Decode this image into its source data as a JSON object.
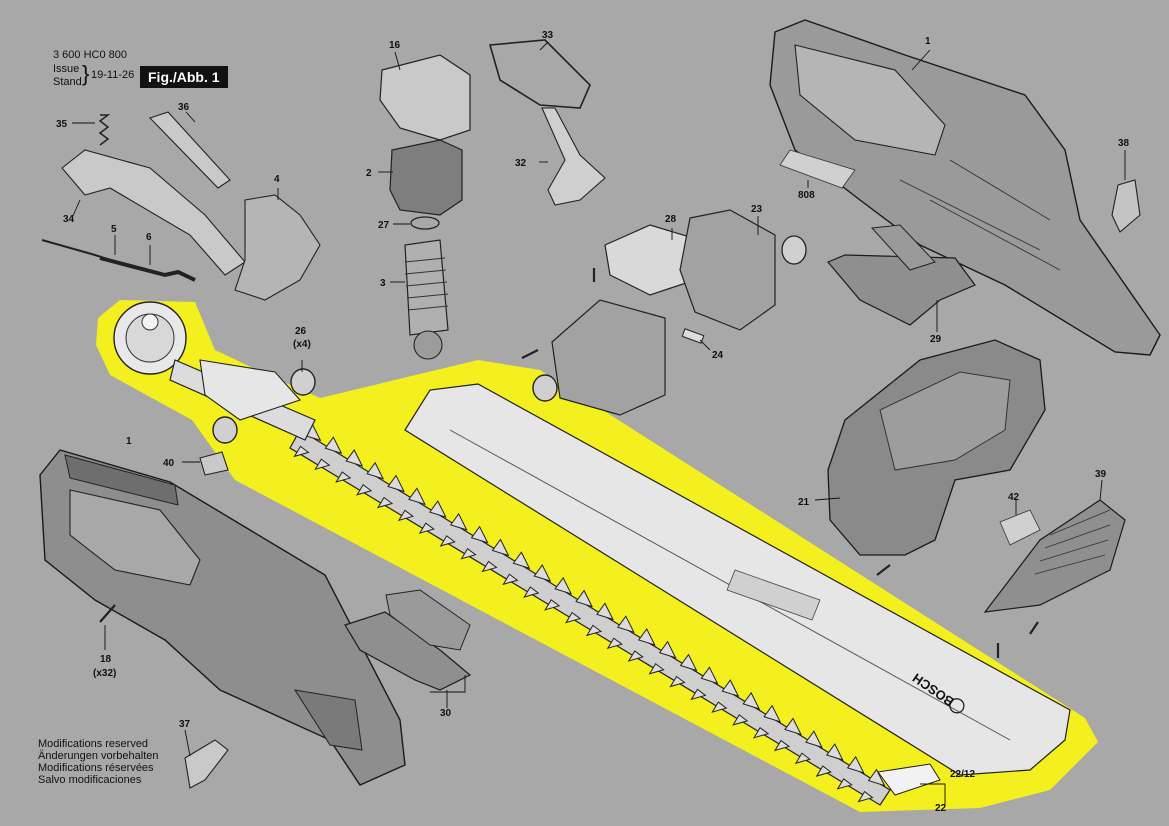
{
  "header": {
    "part_number": "3 600 HC0 800",
    "issue_label_1": "Issue",
    "issue_label_2": "Stand",
    "issue_date": "19-11-26",
    "figure": "Fig./Abb. 1"
  },
  "notes": [
    "Modifications reserved",
    "Änderungen vorbehalten",
    "Modifications réservées",
    "Salvo modificaciones"
  ],
  "brand_mark": "BOSCH",
  "highlight_color": "#f4ef1e",
  "callouts": {
    "p1a": "1",
    "p1b": "1",
    "p2": "2",
    "p3": "3",
    "p4": "4",
    "p5": "5",
    "p6": "6",
    "p16": "16",
    "p18": "18",
    "p18q": "(x32)",
    "p21": "21",
    "p22": "22",
    "p22_12": "22/12",
    "p23": "23",
    "p24": "24",
    "p26": "26",
    "p26q": "(x4)",
    "p27": "27",
    "p28": "28",
    "p29": "29",
    "p30": "30",
    "p32": "32",
    "p33": "33",
    "p34": "34",
    "p35": "35",
    "p36": "36",
    "p37": "37",
    "p38": "38",
    "p39": "39",
    "p40": "40",
    "p42": "42",
    "p808": "808"
  }
}
